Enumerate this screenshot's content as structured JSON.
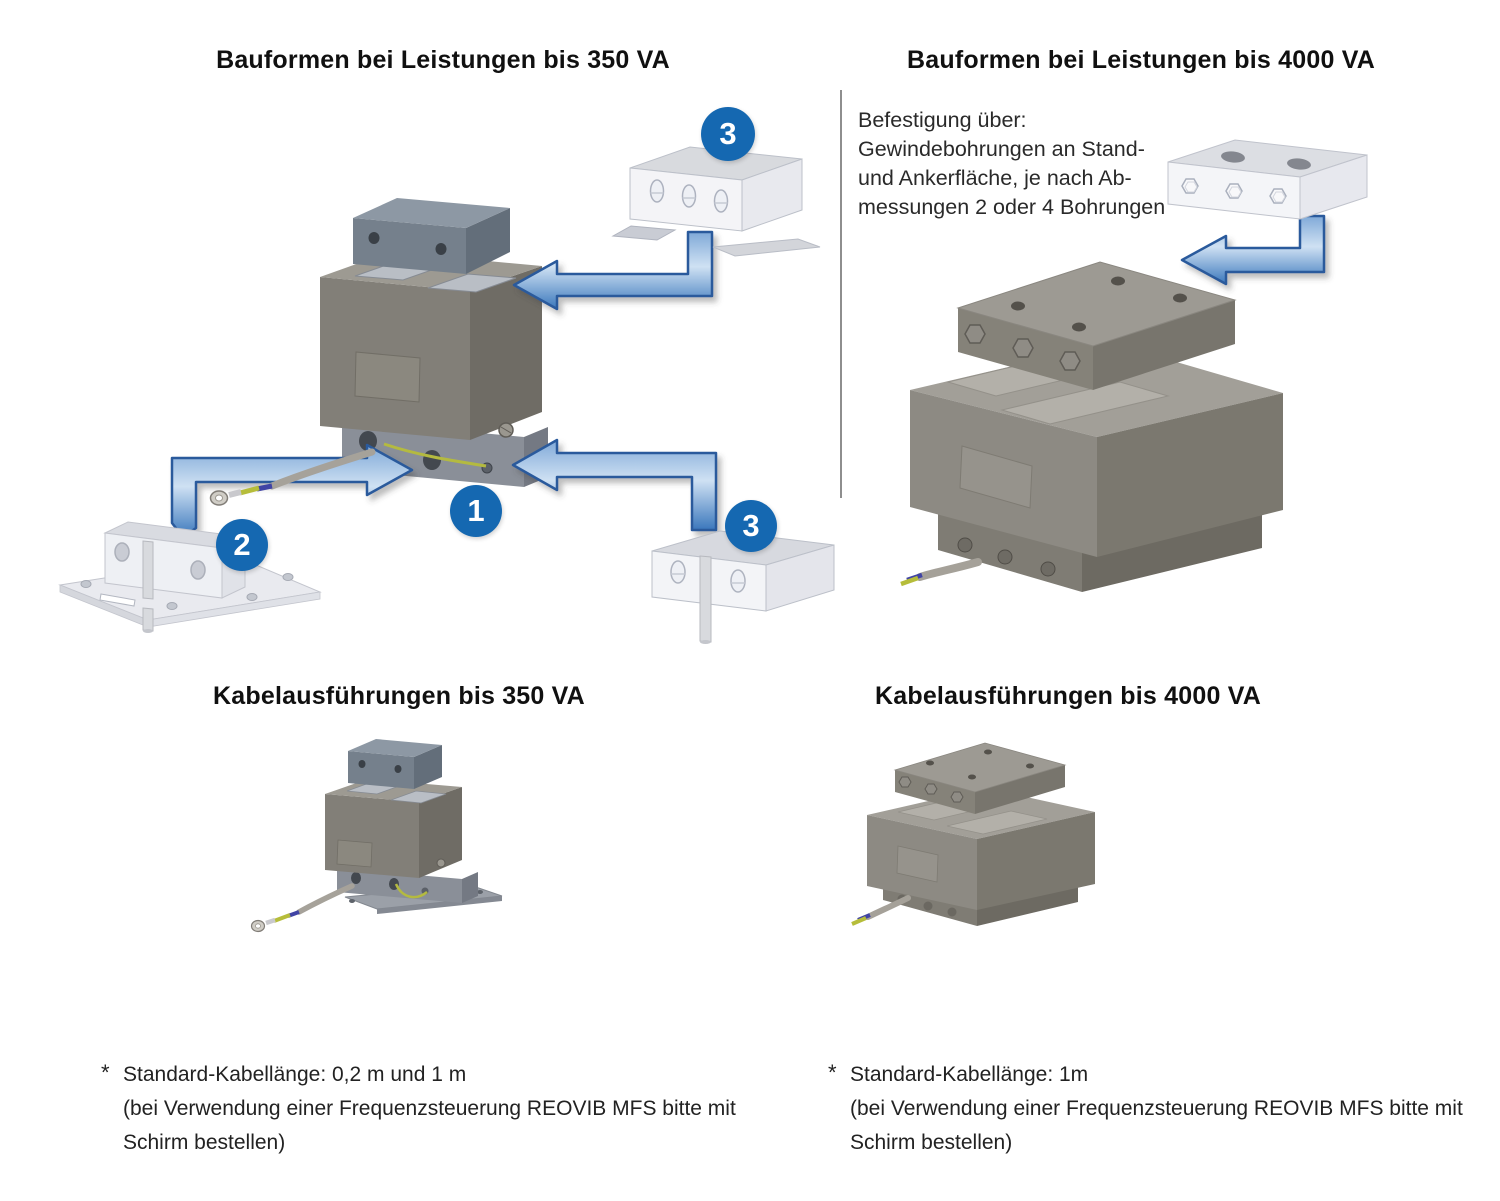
{
  "colors": {
    "callout_blue": "#1568b1",
    "arrow_blue": "#3a77bc",
    "divider_gray": "#8e8e8e"
  },
  "sections": {
    "bauformen_350": {
      "title": "Bauformen bei Leistungen bis 350 VA",
      "callout_1": "1",
      "callout_2": "2",
      "callout_3_top": "3",
      "callout_3_right": "3"
    },
    "bauformen_4000": {
      "title": "Bauformen bei Leistungen bis 4000 VA",
      "note_line1": "Befestigung über:",
      "note_line2": "Gewindebohrungen an Stand-",
      "note_line3": "und Ankerfläche, je nach Ab-",
      "note_line4": "messungen 2 oder 4 Bohrungen"
    },
    "kabel_350": {
      "title": "Kabelausführungen bis 350 VA",
      "footnote_marker": "*",
      "footnote_line1": "Standard-Kabellänge: 0,2 m und 1 m",
      "footnote_line2": "(bei Verwendung einer Frequenzsteuerung REOVIB MFS bitte mit",
      "footnote_line3": "Schirm bestellen)"
    },
    "kabel_4000": {
      "title": "Kabelausführungen bis 4000 VA",
      "footnote_marker": "*",
      "footnote_line1": "Standard-Kabellänge: 1m",
      "footnote_line2": "(bei Verwendung einer Frequenzsteuerung REOVIB MFS bitte mit",
      "footnote_line3": "Schirm bestellen)"
    }
  }
}
